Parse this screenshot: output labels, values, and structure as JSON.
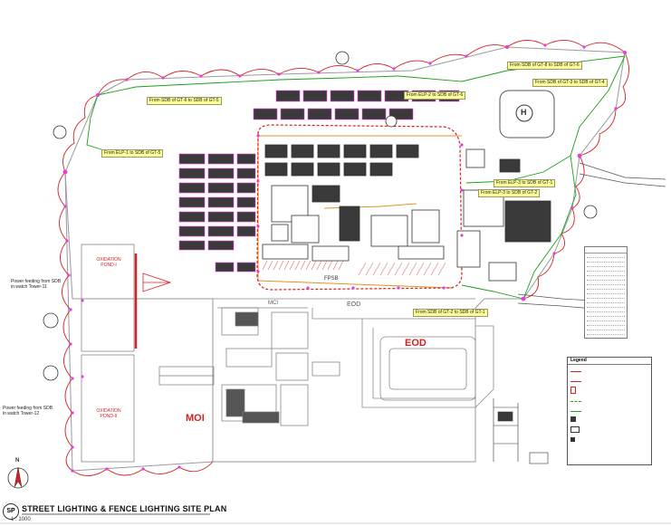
{
  "title": "STREET LIGHTING & FENCE LIGHTING SITE PLAN",
  "sheet_mark": "SP",
  "scale": "1 : 1000",
  "zones": {
    "moi": "MOI",
    "eod": "EOD",
    "eod_small": "EOD",
    "mci": "MCI",
    "fpsb": "FPSB",
    "helipad": "H"
  },
  "ponds": {
    "pond1": [
      "OXIDATION",
      "POND-I"
    ],
    "pond2": [
      "OXIDATION",
      "POND-II"
    ]
  },
  "cable_labels": [
    "From SDB of GT-8 to SDB of GT-6",
    "From SDB of GT-3 to SDB of GT-4",
    "From ELP-2 to SDB of GT-6",
    "From SDB of GT-6 to SDB of GT-5",
    "From ELP-1 to SDB of GT-5",
    "From ELP-3 to SDB of GT-1",
    "From ELP-3 to SDB of GT-2",
    "From SDB of GT-2 to SDB of GT-1"
  ],
  "notes": {
    "feed1": [
      "Power feeding from SDB",
      "in watch Tower-11"
    ],
    "feed2": [
      "Power feeding from SDB",
      "in watch Tower-12"
    ]
  },
  "legend": {
    "title": "Legend"
  },
  "north_arrow": "N",
  "colors": {
    "boundary_red": "#d42020",
    "cable_green": "#1aa01a",
    "pole_magenta": "#e040e0",
    "road_gray": "#8a8a8a",
    "building_dark": "#333333",
    "label_yellow": "#ffff99",
    "orange_route": "#e89020"
  }
}
